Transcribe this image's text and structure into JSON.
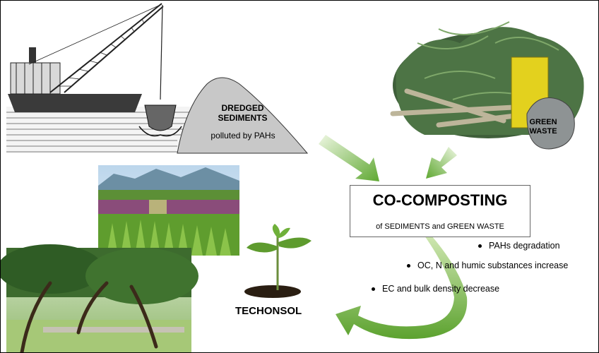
{
  "labels": {
    "dredged_title": "DREDGED SEDIMENTS",
    "dredged_sub": "polluted by PAHs",
    "green_waste": "GREEN WASTE",
    "cocomposting_title": "CO-COMPOSTING",
    "cocomposting_sub": "of SEDIMENTS and GREEN WASTE",
    "product": "TECHONSOL"
  },
  "outcomes": [
    "PAHs degradation",
    "OC, N and humic substances increase",
    "EC and bulk density  decrease"
  ],
  "colors": {
    "arrow_green": "#6db33f",
    "arrow_light": "#c9e4a8",
    "sediment_gray": "#c8c8c8"
  }
}
